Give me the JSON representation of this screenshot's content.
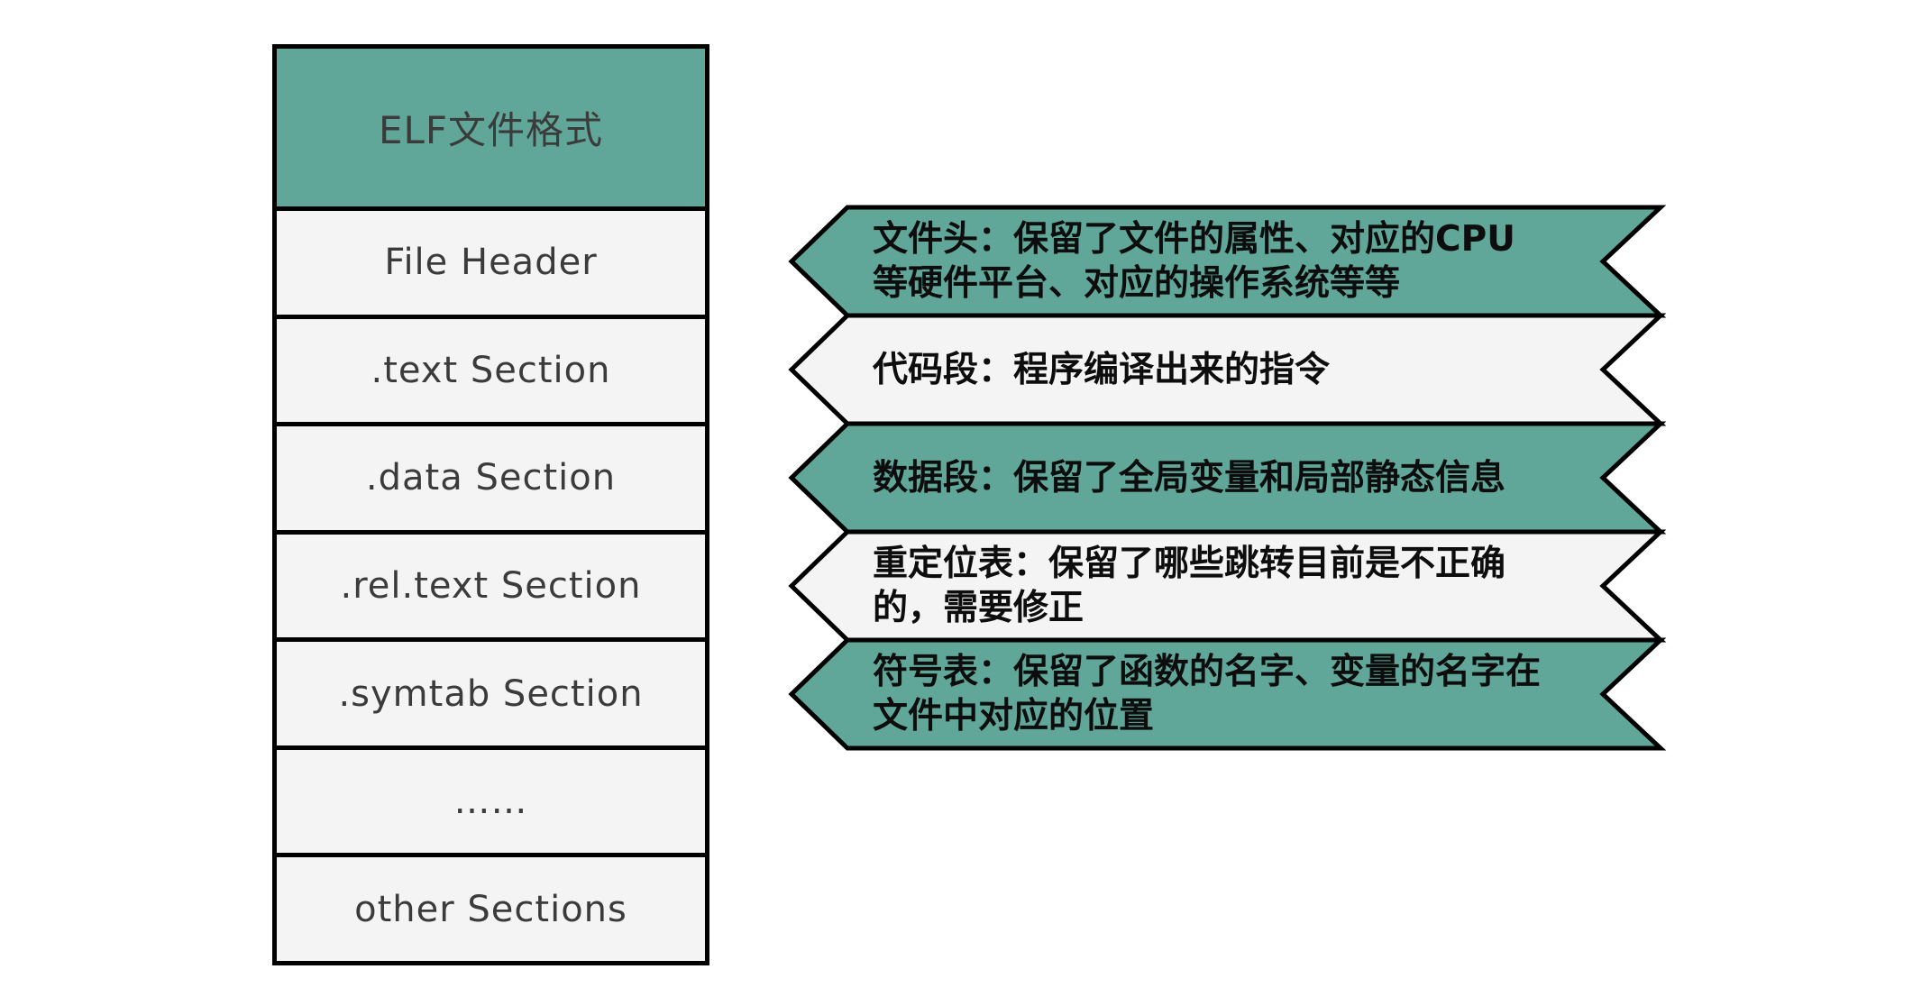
{
  "stack": {
    "title": "ELF文件格式",
    "rows": [
      "File Header",
      ".text Section",
      ".data Section",
      ".rel.text Section",
      ".symtab Section",
      "……",
      "other Sections"
    ]
  },
  "ribbons": [
    {
      "variant": "teal",
      "lines": [
        "文件头：保留了文件的属性、对应的CPU",
        "等硬件平台、对应的操作系统等等"
      ]
    },
    {
      "variant": "light",
      "lines": [
        "代码段：程序编译出来的指令"
      ]
    },
    {
      "variant": "teal",
      "lines": [
        "数据段：保留了全局变量和局部静态信息"
      ]
    },
    {
      "variant": "light",
      "lines": [
        "重定位表：保留了哪些跳转目前是不正确",
        "的，需要修正"
      ]
    },
    {
      "variant": "teal",
      "lines": [
        "符号表：保留了函数的名字、变量的名字在",
        "文件中对应的位置"
      ]
    }
  ],
  "colors": {
    "teal": "#60A79A",
    "light": "#F4F4F4",
    "outline": "#000000",
    "stack_text": "#3B3B3B",
    "ribbon_text": "#0D0D0D",
    "background": "#FFFFFF"
  }
}
